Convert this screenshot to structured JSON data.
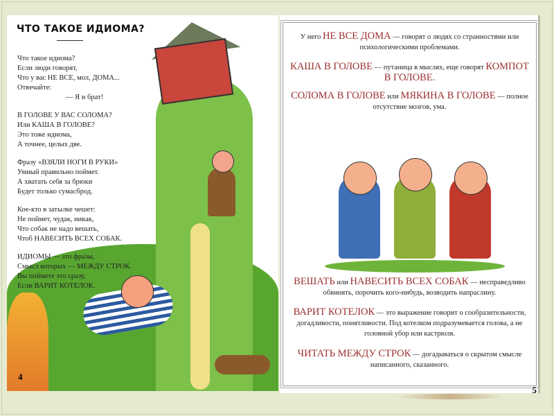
{
  "left_page": {
    "title": "ЧТО ТАКОЕ ИДИОМА?",
    "page_number": "4",
    "stanzas": [
      {
        "lines": [
          "Что такое идиома?",
          "Если люди говорят,",
          "Что у вас НЕ ВСЕ, мол, ДОМА...",
          "Отвечайте:",
          "— Я и брат!"
        ]
      },
      {
        "lines": [
          "В ГОЛОВЕ У ВАС СОЛОМА?",
          "Или КАША В ГОЛОВЕ?",
          "Это тоже идиома,",
          "А точнее, целых две."
        ]
      },
      {
        "lines": [
          "Фразу «ВЗЯЛИ НОГИ В РУКИ»",
          "Умный правильно поймет.",
          "А хватать себя за брюки",
          "Будет только сумасброд."
        ]
      },
      {
        "lines": [
          "Кое-кто в затылке чешет:",
          "Не поймет, чудак, никак,",
          "Что собак не надо вешать,",
          "Чтоб НАВЕСИТЬ ВСЕХ СОБАК."
        ]
      },
      {
        "lines": [
          "ИДИОМЫ — это фразы,",
          "Смысл которых — МЕЖДУ СТРОК.",
          "Вы поймете это сразу,",
          "Если ВАРИТ КОТЕЛОК."
        ]
      }
    ]
  },
  "right_page": {
    "page_number": "5",
    "paragraphs": [
      [
        {
          "t": "У него ",
          "r": false
        },
        {
          "t": "НЕ ВСЕ ДОМА",
          "r": true
        },
        {
          "t": " — говорят о людях со странностями или психологическими проблемами.",
          "r": false
        }
      ],
      [
        {
          "t": "КАША В ГОЛОВЕ",
          "r": true
        },
        {
          "t": " — путаница в мыслях, еще говорят ",
          "r": false
        },
        {
          "t": "КОМПОТ В ГОЛОВЕ.",
          "r": true
        }
      ],
      [
        {
          "t": "СОЛОМА В ГОЛОВЕ",
          "r": true
        },
        {
          "t": " или ",
          "r": false
        },
        {
          "t": "МЯКИНА В ГОЛОВЕ",
          "r": true
        },
        {
          "t": " — полное отсутствие мозгов, ума.",
          "r": false
        }
      ],
      [
        {
          "t": "ВЕШАТЬ",
          "r": true
        },
        {
          "t": " или ",
          "r": false
        },
        {
          "t": "НАВЕСИТЬ ВСЕХ СОБАК",
          "r": true
        },
        {
          "t": " — несправедливо обвинять, порочить кого-нибудь, возводить напраслину.",
          "r": false
        }
      ],
      [
        {
          "t": "ВАРИТ КОТЕЛОК",
          "r": true
        },
        {
          "t": " — это выражение говорит о сообразительности, догадливости, понятливости. Под котелком подразумевается голова, а не головной убор или кастрюля.",
          "r": false
        }
      ],
      [
        {
          "t": "ЧИТАТЬ МЕЖДУ СТРОК",
          "r": true
        },
        {
          "t": " — догадываться о скрытом смысле написанного, сказанного.",
          "r": false
        }
      ]
    ]
  },
  "colors": {
    "accent_red": "#9a2e2e",
    "frame": "#e6ead0"
  }
}
